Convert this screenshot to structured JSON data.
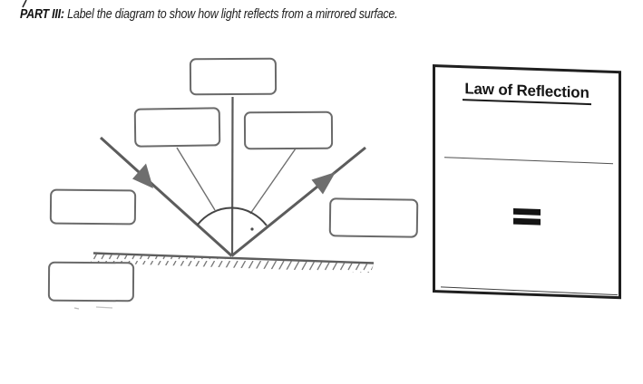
{
  "header": {
    "part_label": "PART III:",
    "instruction": "Label the diagram to show how light reflects from a mirrored surface."
  },
  "diagram": {
    "description": "light-reflection-diagram",
    "label_boxes": [
      {
        "id": "normal",
        "value": ""
      },
      {
        "id": "angle-of-incidence",
        "value": ""
      },
      {
        "id": "angle-of-reflection",
        "value": ""
      },
      {
        "id": "incident-ray",
        "value": ""
      },
      {
        "id": "reflected-ray",
        "value": ""
      },
      {
        "id": "mirror-surface",
        "value": ""
      }
    ],
    "colors": {
      "ray": "#5c5c5c",
      "arrow": "#6e6e6e",
      "box_border": "#6a6a6a",
      "arc": "#454545",
      "hatch": "#777777"
    }
  },
  "panel": {
    "title": "Law of Reflection",
    "equals_symbol": "="
  }
}
